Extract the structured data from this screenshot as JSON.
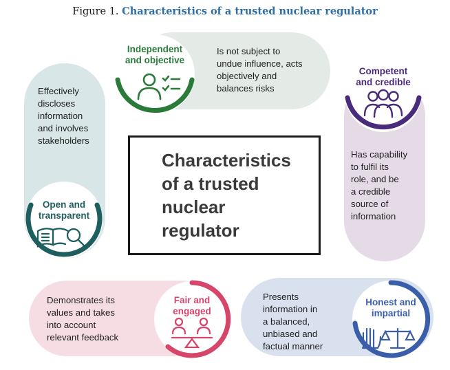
{
  "caption": {
    "prefix": "Figure 1.",
    "title": "Characteristics of a trusted nuclear regulator"
  },
  "center": {
    "title": "Characteristics\nof a trusted\nnuclear\nregulator"
  },
  "items": {
    "independent": {
      "label": "Independent\nand objective",
      "text": "Is not subject to\nundue influence, acts\nobjectively and\nbalances risks",
      "color": "#2a7a3a"
    },
    "competent": {
      "label": "Competent\nand credible",
      "text": "Has capability\nto fulfil its\nrole, and be\na credible\nsource of\ninformation",
      "color": "#4a2a7a"
    },
    "open": {
      "label": "Open and\ntransparent",
      "text": "Effectively\ndiscloses\ninformation\nand involves\nstakeholders",
      "color": "#1f5e5e"
    },
    "fair": {
      "label": "Fair and\nengaged",
      "text": "Demonstrates its\nvalues and takes\ninto account\nrelevant feedback",
      "color": "#d6456a"
    },
    "honest": {
      "label": "Honest and\nimpartial",
      "text": "Presents\ninformation in\na balanced,\nunbiased and\nfactual manner",
      "color": "#3b5ea8"
    }
  },
  "icons": {
    "independent": "person-checklist-icon",
    "competent": "group-icon",
    "open": "book-magnifier-icon",
    "fair": "people-balance-icon",
    "honest": "hand-scales-icon"
  }
}
